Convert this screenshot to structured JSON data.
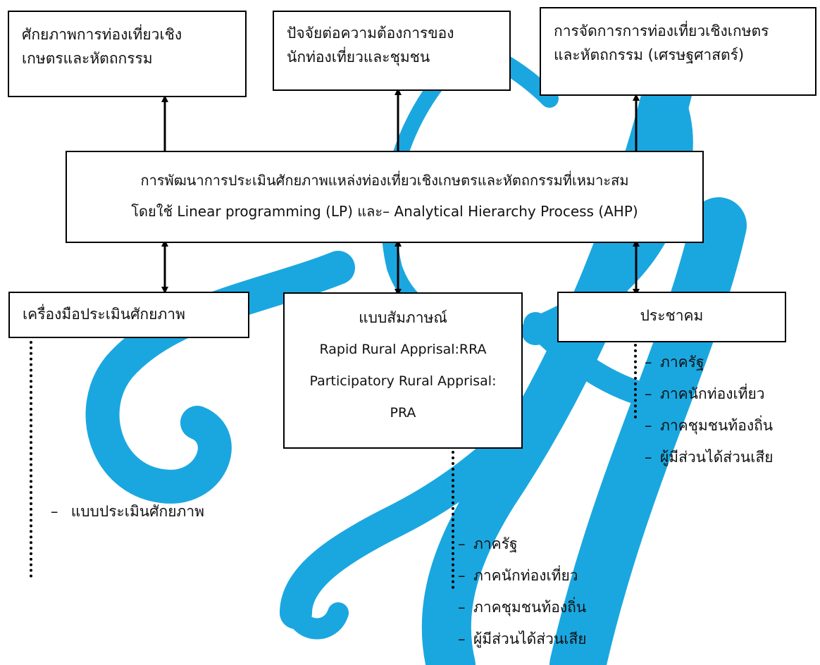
{
  "diagram": {
    "top_boxes": [
      {
        "lines": [
          "ศักยภาพการท่องเที่ยวเชิง",
          "เกษตรและหัตถกรรม"
        ]
      },
      {
        "lines": [
          "ปัจจัยต่อความต้องการของ",
          "นักท่องเที่ยวและชุมชน"
        ]
      },
      {
        "lines": [
          "การจัดการการท่องเที่ยวเชิงเกษตร",
          "และหัตถกรรม (เศรษฐศาสตร์)"
        ]
      }
    ],
    "center_box": {
      "line1": "การพัฒนาการประเมินศักยภาพแหล่งท่องเที่ยวเชิงเกษตรและหัตถกรรมที่เหมาะสม",
      "line2": "โดยใช้ Linear programming (LP) และ– Analytical Hierarchy Process (AHP)"
    },
    "bottom_boxes": [
      {
        "lines": [
          "เครื่องมือประเมินศักยภาพ"
        ]
      },
      {
        "lines": [
          "แบบสัมภาษณ์",
          "Rapid Rural Apprisal:RRA",
          "Participatory Rural Apprisal:",
          "PRA"
        ]
      },
      {
        "lines": [
          "ประชาคม"
        ]
      }
    ],
    "lists": {
      "left": [
        "แบบประเมินศักยภาพ"
      ],
      "middle": [
        "ภาครัฐ",
        "ภาคนักท่องเที่ยว",
        "ภาคชุมชนท้องถิ่น",
        "ผู้มีส่วนได้ส่วนเสีย"
      ],
      "right": [
        "ภาครัฐ",
        "ภาคนักท่องเที่ยว",
        "ภาคชุมชนท้องถิ่น",
        "ผู้มีส่วนได้ส่วนเสีย"
      ]
    },
    "bullet": "–",
    "colors": {
      "background_ribbon": "#1aa7e0",
      "line": "#000000",
      "box_fill": "#ffffff"
    }
  }
}
